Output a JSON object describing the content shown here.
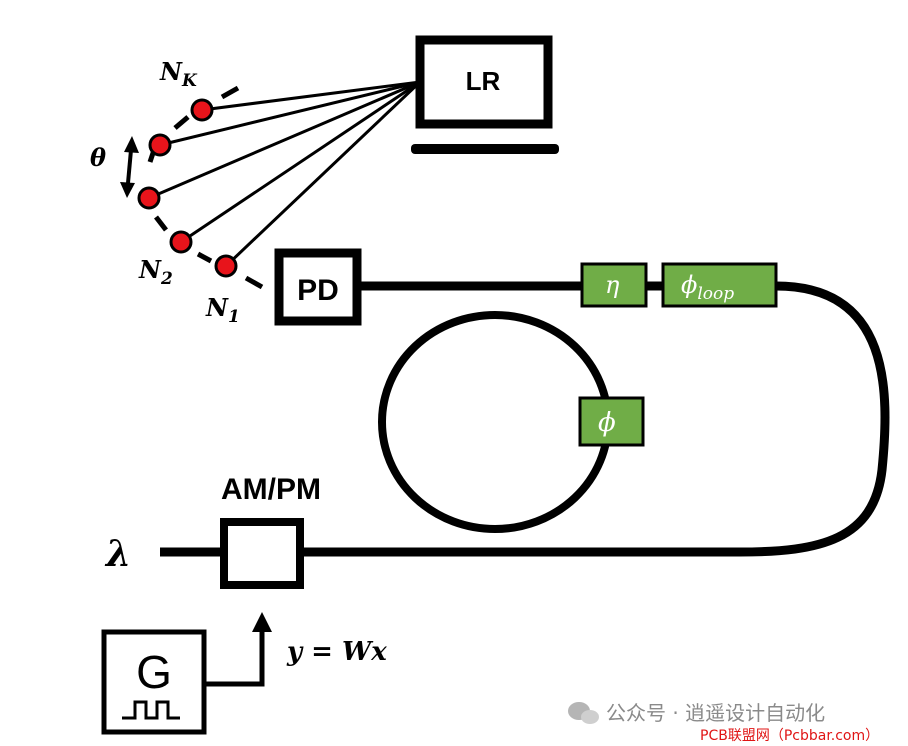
{
  "labels": {
    "lr": "LR",
    "pd": "PD",
    "modulator": "AM/PM",
    "generator": "G",
    "input": "λ",
    "weight_eq": "y = Wx",
    "theta": "θ",
    "eta": "η",
    "phi": "ϕ",
    "phi_loop_base": "ϕ",
    "phi_loop_sub": "loop",
    "nk_base": "N",
    "nk_sub": "K",
    "n2_base": "N",
    "n2_sub": "2",
    "n1_base": "N",
    "n1_sub": "1"
  },
  "watermark": {
    "source": "公众号 · 逍遥设计自动化",
    "site": "PCB联盟网（Pcbbar.com）"
  },
  "colors": {
    "neuron": "#e8141b",
    "phase_block": "#70ad47",
    "stroke": "#000000",
    "watermark_red": "#e01515"
  },
  "icons": [
    "monitor-icon",
    "wechat-icon",
    "square-wave-icon",
    "double-arrow-icon",
    "up-arrow-icon"
  ]
}
